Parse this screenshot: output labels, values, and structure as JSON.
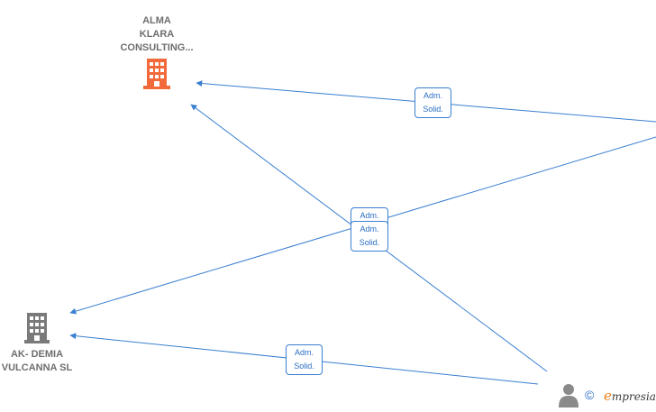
{
  "colors": {
    "edge": "#3a7fd0",
    "company_highlight": "#f26a3b",
    "company_default": "#7a7a7a",
    "person": "#8a8a8a",
    "label_text": "#2a6ec4"
  },
  "nodes": {
    "alma": {
      "label": "ALMA\nKLARA\nCONSULTING...",
      "icon": "building-icon"
    },
    "akdemia": {
      "label": "AK- DEMIA\nVULCANNA  SL",
      "icon": "building-icon"
    },
    "person": {
      "icon": "person-icon"
    }
  },
  "edges": {
    "e1": {
      "line1": "Adm.",
      "line2": "Solid."
    },
    "e2": {
      "line1": "Adm.",
      "line2": "Solid."
    },
    "e3": {
      "line1": "Adm."
    },
    "e4": {
      "line1": "Adm.",
      "line2": "Solid."
    }
  },
  "footer": {
    "copyright_symbol": "©",
    "brand_first": "e",
    "brand_rest": "mpresia"
  }
}
